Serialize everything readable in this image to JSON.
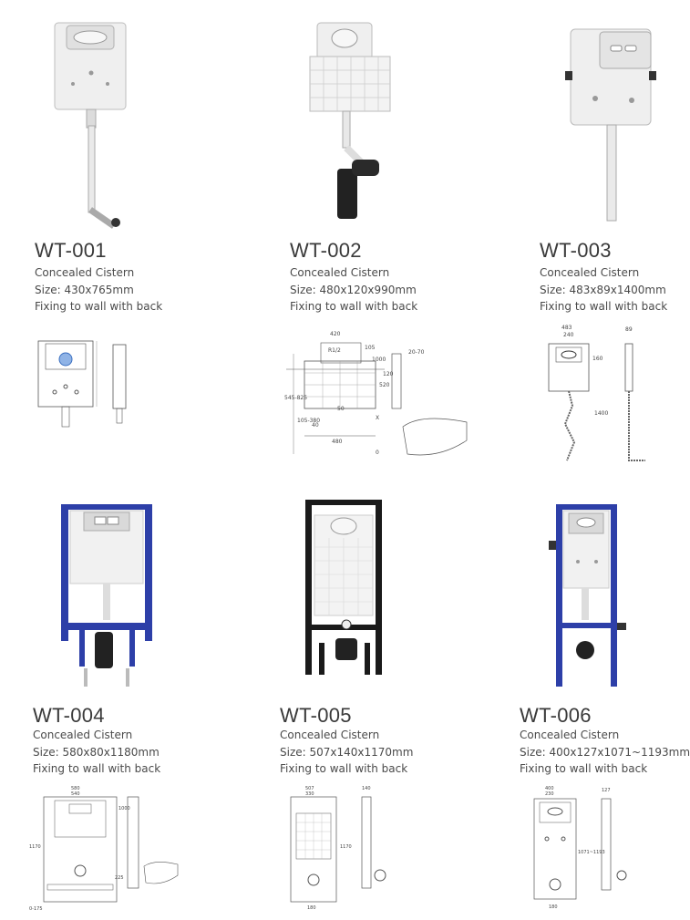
{
  "products": [
    {
      "code": "WT-001",
      "line1": "Concealed Cistern",
      "line2": "Size: 430x765mm",
      "line3": "Fixing to wall with back"
    },
    {
      "code": "WT-002",
      "line1": "Concealed Cistern",
      "line2": "Size: 480x120x990mm",
      "line3": "Fixing to wall with back"
    },
    {
      "code": "WT-003",
      "line1": "Concealed Cistern",
      "line2": "Size: 483x89x1400mm",
      "line3": "Fixing to wall with back"
    },
    {
      "code": "WT-004",
      "line1": "Concealed Cistern",
      "line2": "Size: 580x80x1180mm",
      "line3": "Fixing to wall with back"
    },
    {
      "code": "WT-005",
      "line1": "Concealed Cistern",
      "line2": "Size: 507x140x1170mm",
      "line3": "Fixing to wall with back"
    },
    {
      "code": "WT-006",
      "line1": "Concealed Cistern",
      "line2": "Size: 400x127x1071~1193mm",
      "line3": "Fixing to wall with back"
    }
  ],
  "dimension_labels": {
    "wt002": [
      "420",
      "R1/2",
      "105",
      "1000",
      "20-70",
      "120",
      "520",
      "545-825",
      "105-380",
      "40",
      "50",
      "480",
      "X",
      "0"
    ],
    "wt003": [
      "483",
      "240",
      "89",
      "160",
      "1400"
    ],
    "wt004": [
      "580",
      "540",
      "1000",
      "1170",
      "225",
      "0-175"
    ],
    "wt005": [
      "507",
      "330",
      "140",
      "1170",
      "180"
    ],
    "wt006": [
      "400",
      "230",
      "127",
      "1071~1193",
      "180"
    ]
  },
  "colors": {
    "frame_blue": "#2d3fa8",
    "frame_black": "#1a1a1a",
    "cistern_white": "#f1f1f1",
    "plate": "#d9d9d9"
  }
}
